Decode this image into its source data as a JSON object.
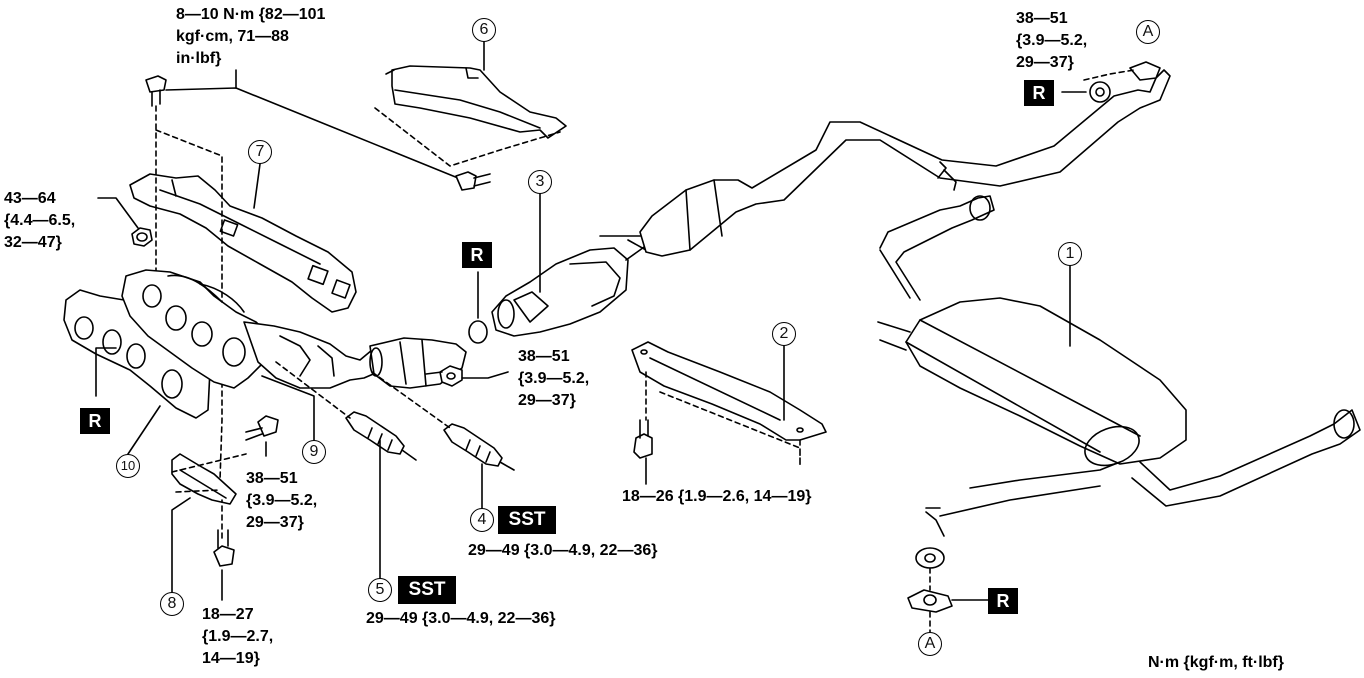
{
  "torque": {
    "bolt_6": [
      "8—10 N·m {82—101",
      "kgf·cm, 71—88",
      "in·lbf}"
    ],
    "nut_7": [
      "43—64",
      "{4.4—6.5,",
      "32—47}"
    ],
    "nut_A_top": [
      "38—51",
      "{3.9—5.2,",
      "29—37}"
    ],
    "nut_3": [
      "38—51",
      "{3.9—5.2,",
      "29—37}"
    ],
    "bolt_9": [
      "38—51",
      "{3.9—5.2,",
      "29—37}"
    ],
    "bolt_8": [
      "18—27",
      "{1.9—2.7,",
      "14—19}"
    ],
    "bolt_2": "18—26 {1.9—2.6, 14—19}",
    "sensor_4": "29—49 {3.0—4.9, 22—36}",
    "sensor_5": "29—49 {3.0—4.9, 22—36}"
  },
  "callouts": {
    "n1": "1",
    "n2": "2",
    "n3": "3",
    "n4": "4",
    "n5": "5",
    "n6": "6",
    "n7": "7",
    "n8": "8",
    "n9": "9",
    "n10": "10",
    "a_top": "A",
    "a_bottom": "A"
  },
  "tags": {
    "replace": "R",
    "sst": "SST"
  },
  "units_note": "N·m {kgf·m, ft·lbf}"
}
